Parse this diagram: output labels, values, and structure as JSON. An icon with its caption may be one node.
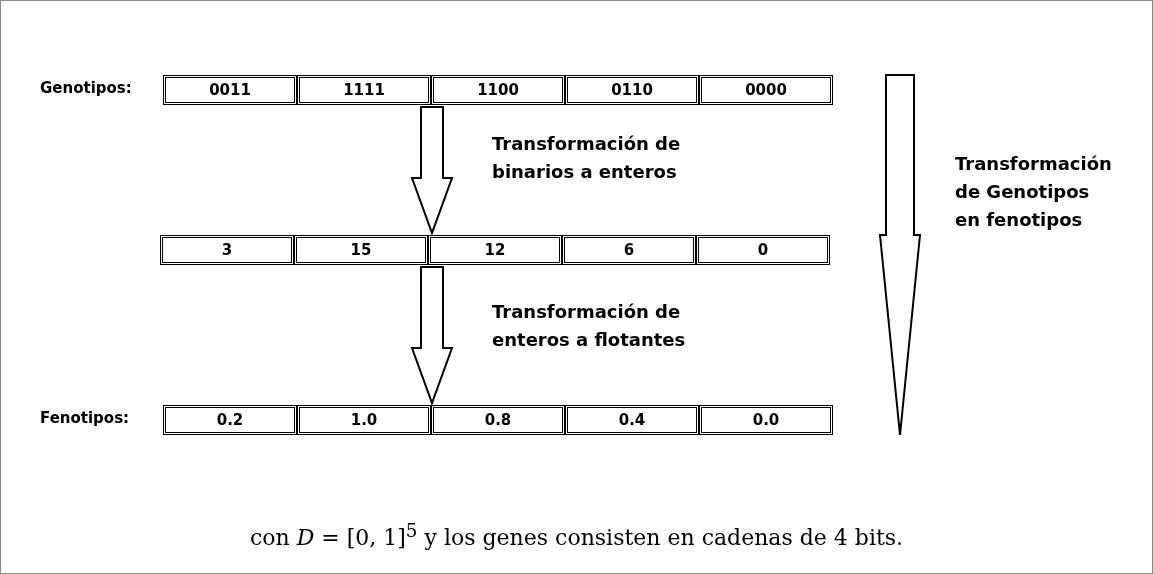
{
  "diagram": {
    "caption": "con *D* = [0, 1]$^{5}$ y los genes consisten en cadenas de 4 bits.",
    "nodes": [
      {
        "text": [
          "Genotipos:"
        ]
      },
      {
        "text": [
          "0011"
        ],
        "in": 0
      },
      {
        "text": [
          "1111"
        ],
        "in": 0
      },
      {
        "text": [
          "1100"
        ],
        "in": 0
      },
      {
        "text": [
          "0110"
        ],
        "in": 0
      },
      {
        "text": [
          "0000"
        ],
        "in": 0
      },
      {
        "text": [],
        "shape": "bar"
      },
      {
        "text": [
          "3"
        ],
        "in": 6
      },
      {
        "text": [
          "15"
        ],
        "in": 6
      },
      {
        "text": [
          "12"
        ],
        "in": 6
      },
      {
        "text": [
          "6"
        ],
        "in": 6
      },
      {
        "text": [
          "0"
        ],
        "in": 6
      },
      {
        "text": [
          "Fenotipos:"
        ]
      },
      {
        "text": [
          "0.2"
        ],
        "in": 12
      },
      {
        "text": [
          "1.0"
        ],
        "in": 12
      },
      {
        "text": [
          "0.8"
        ],
        "in": 12
      },
      {
        "text": [
          "0.4"
        ],
        "in": 12
      },
      {
        "text": [
          "0.0"
        ],
        "in": 12
      }
    ],
    "edges": [
      {
        "from": 0,
        "to": 6,
        "arrow": "to",
        "label": "Transformación de binarios a enteros"
      },
      {
        "from": 6,
        "to": 12,
        "arrow": "to",
        "label": "Transformación de enteros a flotantes"
      },
      {
        "from": 0,
        "to": 12,
        "arrow": "to",
        "label": "Transformación de Genotipos en fenotipos"
      }
    ]
  }
}
